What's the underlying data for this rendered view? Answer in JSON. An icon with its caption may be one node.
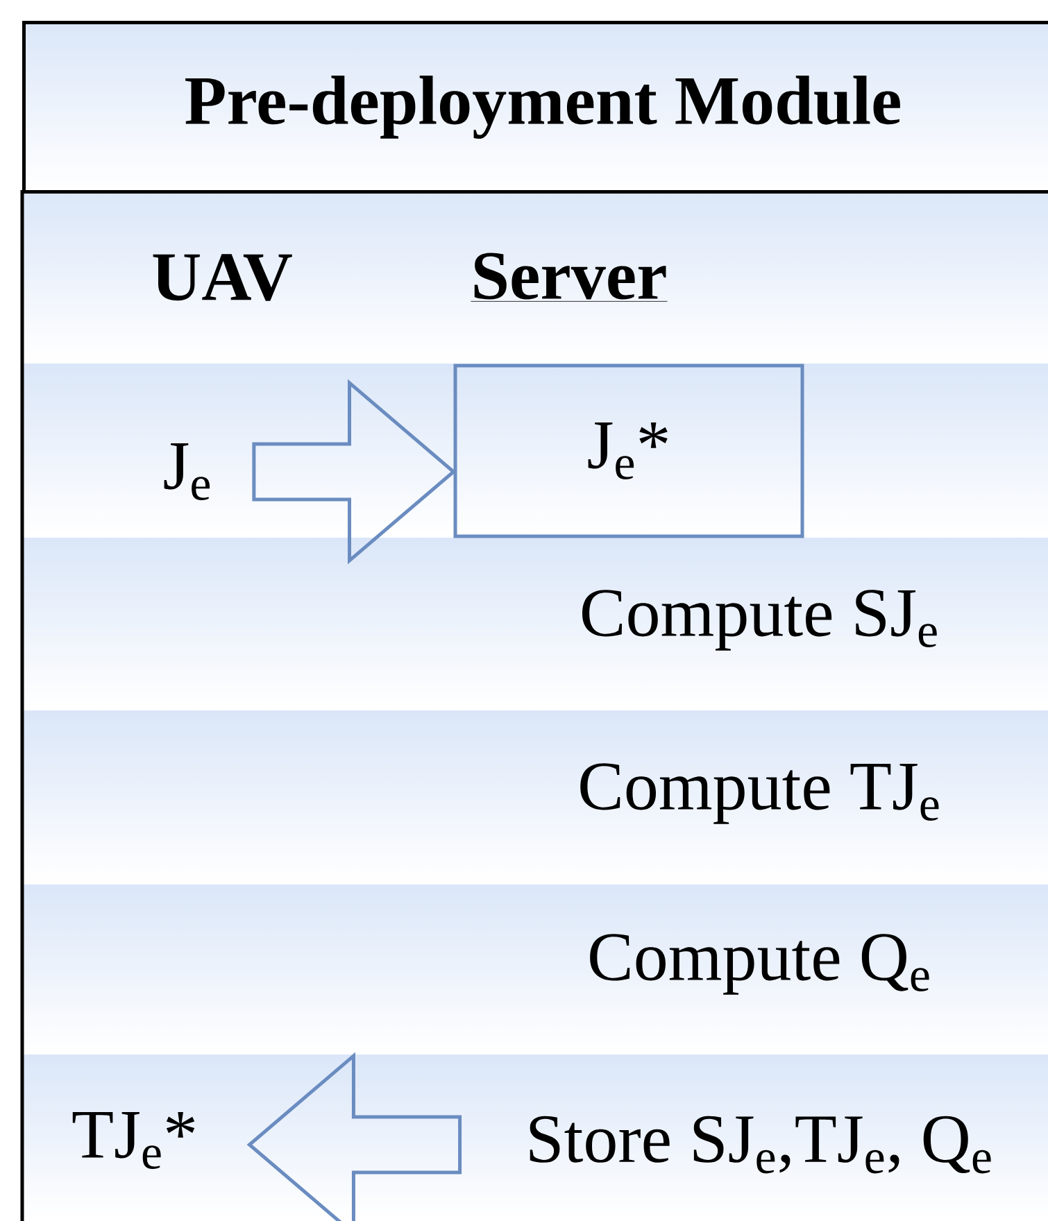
{
  "diagram": {
    "nodes": [
      {
        "text": [
          "Pre-deployment Module"
        ]
      },
      {
        "text": [
          "J$_{e}$"
        ]
      },
      {
        "text": [
          "J$_{e}$*"
        ]
      },
      {
        "text": [
          "Store SJ$_{e}$,TJ$_{e}$, Q$_{e}$"
        ]
      },
      {
        "text": [
          "TJ$_{e}$*"
        ]
      }
    ],
    "edges": [
      {
        "from": 1,
        "to": 2,
        "arrow": "to"
      },
      {
        "from": 3,
        "to": 4,
        "arrow": "to"
      }
    ],
    "labels": [
      "UAV",
      "Server",
      "Compute SJ$_{e}$",
      "Compute TJ$_{e}$",
      "Compute Q$_{e}$"
    ]
  }
}
